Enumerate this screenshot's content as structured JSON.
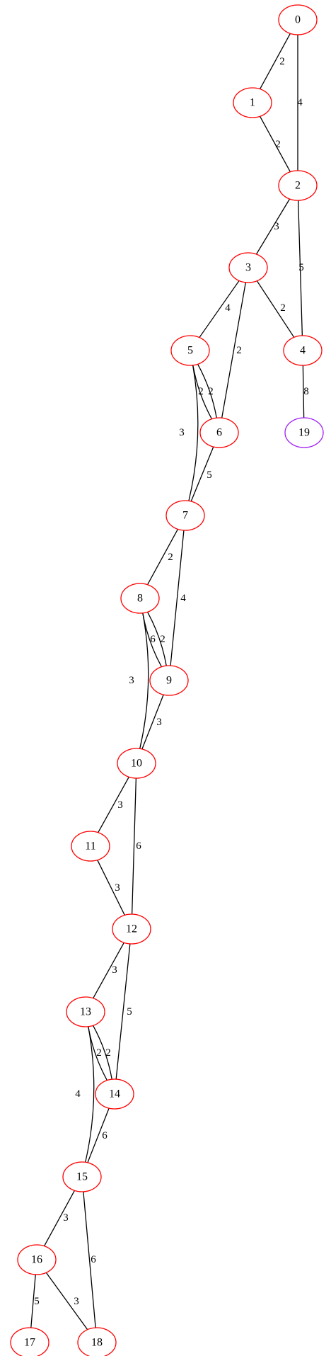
{
  "graph": {
    "node_color": "#ff0000",
    "special_node_color": "#a020f0",
    "edge_color": "#000000",
    "nodes": [
      {
        "id": "0"
      },
      {
        "id": "1"
      },
      {
        "id": "2"
      },
      {
        "id": "3"
      },
      {
        "id": "4"
      },
      {
        "id": "5"
      },
      {
        "id": "6"
      },
      {
        "id": "7"
      },
      {
        "id": "8"
      },
      {
        "id": "9"
      },
      {
        "id": "10"
      },
      {
        "id": "11"
      },
      {
        "id": "12"
      },
      {
        "id": "13"
      },
      {
        "id": "14"
      },
      {
        "id": "15"
      },
      {
        "id": "16"
      },
      {
        "id": "17"
      },
      {
        "id": "18"
      },
      {
        "id": "19",
        "special": true
      }
    ],
    "edges": [
      {
        "from": "0",
        "to": "1",
        "weight": "2"
      },
      {
        "from": "0",
        "to": "2",
        "weight": "4"
      },
      {
        "from": "1",
        "to": "2",
        "weight": "2"
      },
      {
        "from": "2",
        "to": "3",
        "weight": "3"
      },
      {
        "from": "2",
        "to": "4",
        "weight": "5"
      },
      {
        "from": "3",
        "to": "4",
        "weight": "2"
      },
      {
        "from": "3",
        "to": "5",
        "weight": "4"
      },
      {
        "from": "3",
        "to": "6",
        "weight": "2"
      },
      {
        "from": "4",
        "to": "19",
        "weight": "8"
      },
      {
        "from": "5",
        "to": "6",
        "weight": "2"
      },
      {
        "from": "5",
        "to": "6",
        "weight": "2"
      },
      {
        "from": "5",
        "to": "7",
        "weight": "3"
      },
      {
        "from": "6",
        "to": "7",
        "weight": "5"
      },
      {
        "from": "7",
        "to": "8",
        "weight": "2"
      },
      {
        "from": "7",
        "to": "9",
        "weight": "4"
      },
      {
        "from": "8",
        "to": "9",
        "weight": "6"
      },
      {
        "from": "8",
        "to": "9",
        "weight": "2"
      },
      {
        "from": "8",
        "to": "10",
        "weight": "3"
      },
      {
        "from": "9",
        "to": "10",
        "weight": "3"
      },
      {
        "from": "10",
        "to": "11",
        "weight": "3"
      },
      {
        "from": "10",
        "to": "12",
        "weight": "6"
      },
      {
        "from": "11",
        "to": "12",
        "weight": "3"
      },
      {
        "from": "12",
        "to": "13",
        "weight": "3"
      },
      {
        "from": "12",
        "to": "14",
        "weight": "5"
      },
      {
        "from": "13",
        "to": "14",
        "weight": "2"
      },
      {
        "from": "13",
        "to": "14",
        "weight": "2"
      },
      {
        "from": "13",
        "to": "15",
        "weight": "4"
      },
      {
        "from": "14",
        "to": "15",
        "weight": "6"
      },
      {
        "from": "15",
        "to": "16",
        "weight": "3"
      },
      {
        "from": "15",
        "to": "18",
        "weight": "6"
      },
      {
        "from": "16",
        "to": "17",
        "weight": "5"
      },
      {
        "from": "16",
        "to": "18",
        "weight": "3"
      }
    ]
  }
}
